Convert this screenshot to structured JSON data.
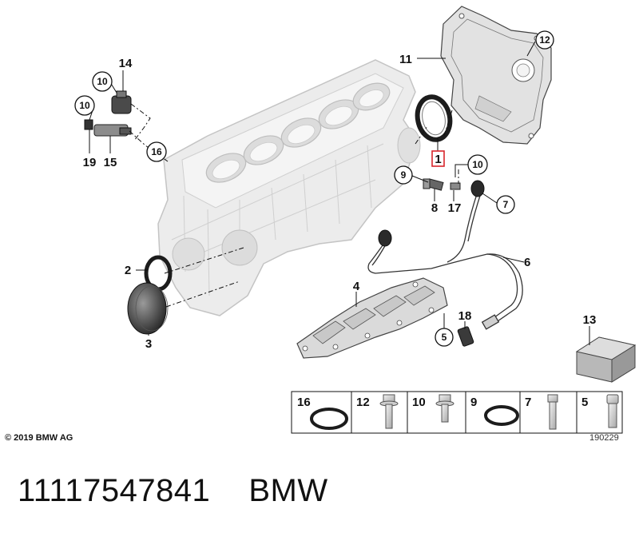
{
  "callouts": {
    "c1": "1",
    "c2": "2",
    "c3": "3",
    "c4": "4",
    "c5": "5",
    "c6": "6",
    "c7": "7",
    "c8": "8",
    "c9": "9",
    "c10a": "10",
    "c10b": "10",
    "c10c": "10",
    "c11": "11",
    "c12": "12",
    "c13": "13",
    "c14": "14",
    "c15": "15",
    "c16": "16",
    "c17": "17",
    "c18": "18",
    "c19": "19"
  },
  "hardware_strip": {
    "items": [
      {
        "label": "16",
        "kind": "ring"
      },
      {
        "label": "12",
        "kind": "flange-bolt"
      },
      {
        "label": "10",
        "kind": "flange-bolt"
      },
      {
        "label": "9",
        "kind": "ring"
      },
      {
        "label": "7",
        "kind": "hex-bolt"
      },
      {
        "label": "5",
        "kind": "socket-bolt"
      }
    ]
  },
  "copyright": "© 2019 BMW AG",
  "image_number": "190229",
  "footer": {
    "part_number": "11117547841",
    "brand": "BMW"
  },
  "colors": {
    "highlight": "#d9262c",
    "line": "#111111",
    "block_fill": "#ececec",
    "block_stroke": "#c4c4c4"
  }
}
